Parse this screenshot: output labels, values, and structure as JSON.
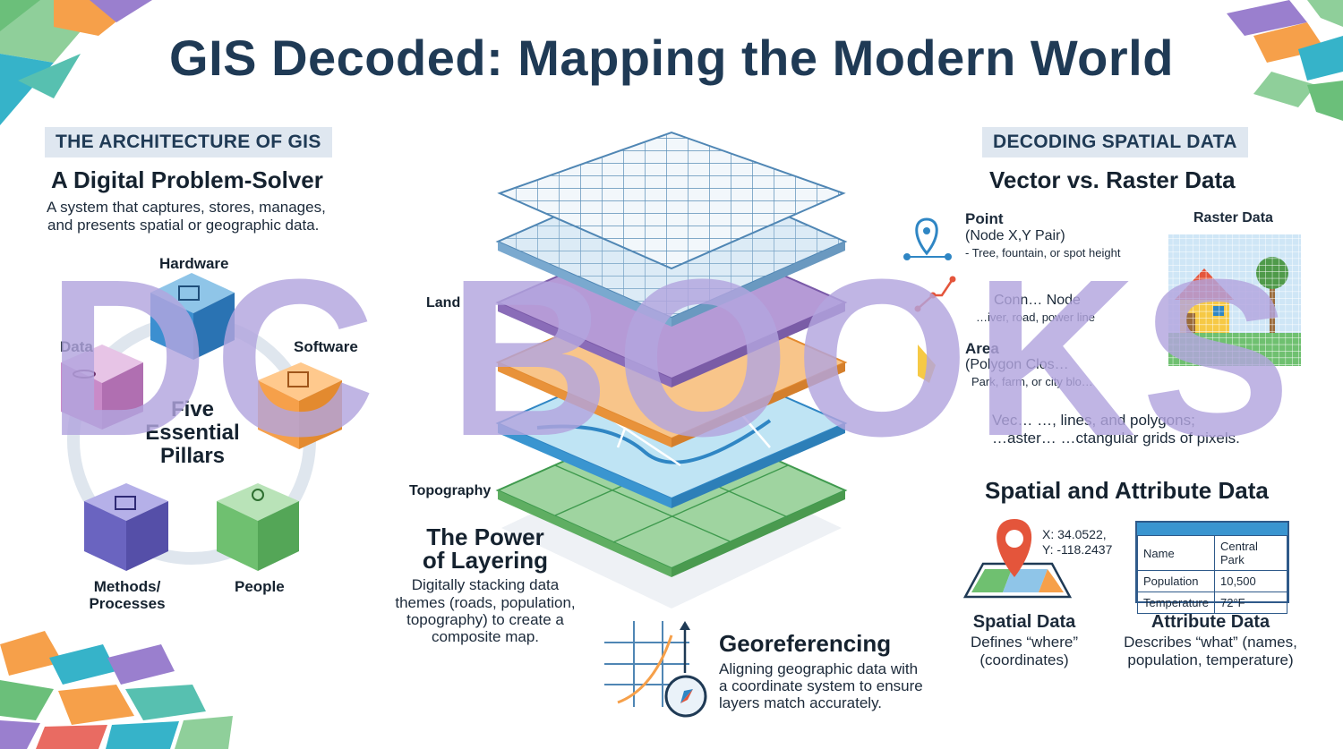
{
  "title": "GIS Decoded: Mapping the Modern World",
  "left": {
    "tag": "THE ARCHITECTURE OF GIS",
    "heading": "A Digital Problem-Solver",
    "desc_line1": "A system that captures, stores, manages,",
    "desc_line2": "and presents spatial or geographic data.",
    "center_line1": "Five",
    "center_line2": "Essential",
    "center_line3": "Pillars",
    "pillars": {
      "hardware": "Hardware",
      "software": "Software",
      "data": "Data",
      "people": "People",
      "methods_line1": "Methods/",
      "methods_line2": "Processes"
    }
  },
  "middle": {
    "layer_labels": {
      "land": "Land",
      "topography": "Topography"
    },
    "heading_line1": "The Power",
    "heading_line2": "of Layering",
    "desc": [
      "Digitally stacking data",
      "themes (roads, population,",
      "topography) to create a",
      "composite map."
    ],
    "geo_heading": "Georeferencing",
    "geo_desc": [
      "Aligning geographic data with",
      "a coordinate system to ensure",
      "layers match accurately."
    ]
  },
  "right": {
    "tag": "DECODING SPATIAL DATA",
    "heading": "Vector vs. Raster Data",
    "point": {
      "name": "Point",
      "sub": "(Node X,Y Pair)",
      "example": "- Tree, fountain, or spot height"
    },
    "line": {
      "sub": "Conn… Node",
      "example": "…iver, road, power line"
    },
    "area": {
      "name": "Area",
      "sub": "(Polygon Clos…",
      "example": "Park, farm, or city blo…"
    },
    "raster_label": "Raster Data",
    "summary_line1": "Vec… …, lines, and polygons;",
    "summary_line2": "…aster… …ctangular grids of pixels.",
    "spatial_attr_heading": "Spatial and Attribute Data",
    "coords_x": "X: 34.0522,",
    "coords_y": "Y: -118.2437",
    "table": [
      [
        "Name",
        "Central Park"
      ],
      [
        "Population",
        "10,500"
      ],
      [
        "Temperature",
        "72°F"
      ]
    ],
    "spatial_label": "Spatial Data",
    "spatial_desc1": "Defines “where”",
    "spatial_desc2": "(coordinates)",
    "attribute_label": "Attribute Data",
    "attribute_desc1": "Describes “what” (names,",
    "attribute_desc2": "population, temperature)"
  },
  "watermark": "DC BOOKS",
  "colors": {
    "title": "#1f3a55",
    "watermark": "#b2a5de",
    "tag_bg": "#dfe7f0",
    "pin": "#e4553b"
  }
}
